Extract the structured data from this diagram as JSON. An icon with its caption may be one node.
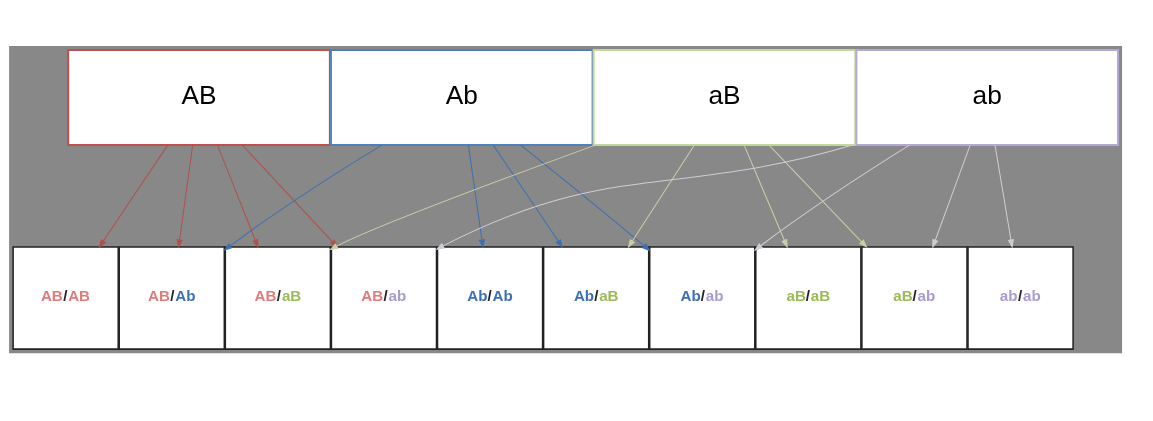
{
  "diagram": {
    "nodes": [
      {
        "text": [
          "AB"
        ]
      },
      {
        "text": [
          "Ab"
        ]
      },
      {
        "text": [
          "aB"
        ]
      },
      {
        "text": [
          "ab"
        ]
      },
      {
        "text": [
          "AB/AB"
        ]
      },
      {
        "text": [
          "AB/Ab"
        ]
      },
      {
        "text": [
          "AB/aB"
        ]
      },
      {
        "text": [
          "AB/ab"
        ]
      },
      {
        "text": [
          "Ab/Ab"
        ]
      },
      {
        "text": [
          "Ab/aB"
        ]
      },
      {
        "text": [
          "Ab/ab"
        ]
      },
      {
        "text": [
          "aB/aB"
        ]
      },
      {
        "text": [
          "aB/ab"
        ]
      },
      {
        "text": [
          "ab/ab"
        ]
      }
    ],
    "edges": [
      {
        "from": 0,
        "to": 4,
        "arrow": "to",
        "color": "#b0504d"
      },
      {
        "from": 0,
        "to": 5,
        "arrow": "to",
        "color": "#b0504d"
      },
      {
        "from": 0,
        "to": 6,
        "arrow": "to",
        "color": "#b0504d"
      },
      {
        "from": 0,
        "to": 7,
        "arrow": "to",
        "color": "#b0504d"
      },
      {
        "from": 1,
        "to": 5,
        "arrow": "to",
        "color": "#3f6fb0"
      },
      {
        "from": 1,
        "to": 8,
        "arrow": "to",
        "color": "#3f6fb0"
      },
      {
        "from": 1,
        "to": 9,
        "arrow": "to",
        "color": "#3f6fb0"
      },
      {
        "from": 1,
        "to": 10,
        "arrow": "to",
        "color": "#3f6fb0"
      },
      {
        "from": 2,
        "to": 6,
        "arrow": "to",
        "color": "#c8cfa8"
      },
      {
        "from": 2,
        "to": 9,
        "arrow": "to",
        "color": "#c8cfa8"
      },
      {
        "from": 2,
        "to": 11,
        "arrow": "to",
        "color": "#c8cfa8"
      },
      {
        "from": 2,
        "to": 12,
        "arrow": "to",
        "color": "#c8cfa8"
      },
      {
        "from": 3,
        "to": 7,
        "arrow": "to",
        "color": "#d0ccd4"
      },
      {
        "from": 3,
        "to": 10,
        "arrow": "to",
        "color": "#d0ccd4"
      },
      {
        "from": 3,
        "to": 12,
        "arrow": "to",
        "color": "#d0ccd4"
      },
      {
        "from": 3,
        "to": 13,
        "arrow": "to",
        "color": "#d0ccd4"
      }
    ]
  }
}
